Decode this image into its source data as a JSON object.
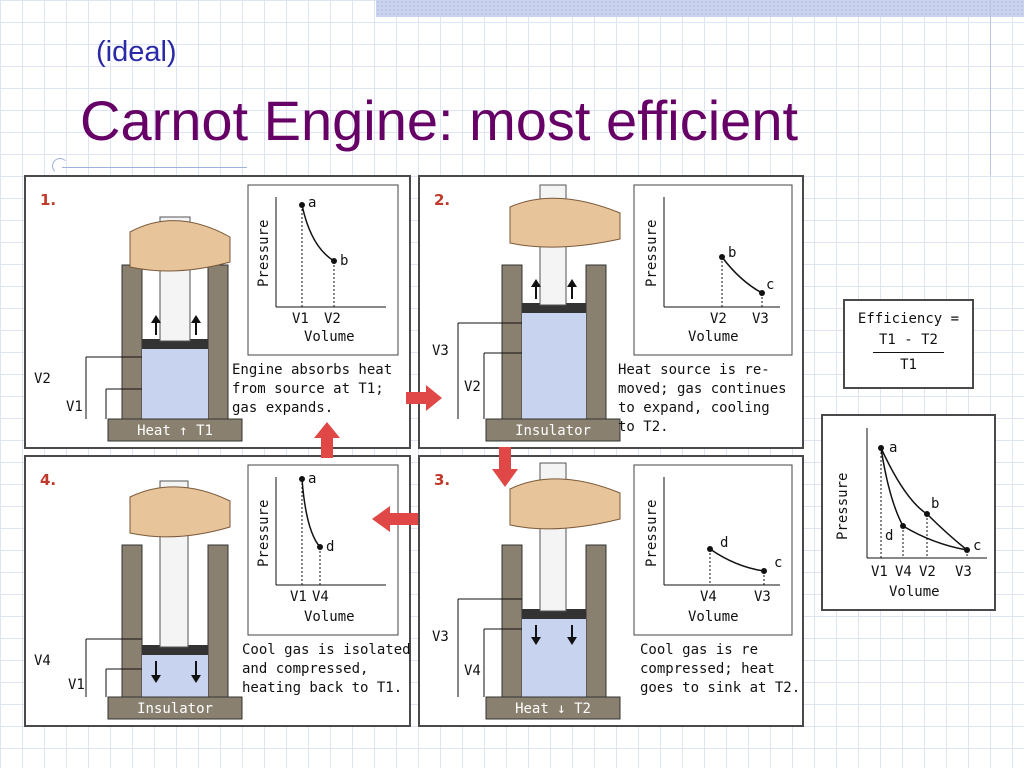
{
  "slide": {
    "subtitle": "(ideal)",
    "title": "Carnot Engine: most efficient"
  },
  "panels": [
    {
      "number": "1.",
      "base_label": "Heat ↑ T1",
      "description": "Engine absorbs heat\nfrom source at T1;\ngas expands.",
      "graph": {
        "ylabel": "Pressure",
        "xlabel": "Volume",
        "points": [
          "a",
          "b"
        ],
        "ticks": [
          "V1",
          "V2"
        ]
      },
      "height_labels": [
        "V2",
        "V1"
      ]
    },
    {
      "number": "2.",
      "base_label": "Insulator",
      "description": "Heat source is re-\nmoved; gas continues\nto expand, cooling\nto T2.",
      "graph": {
        "ylabel": "Pressure",
        "xlabel": "Volume",
        "points": [
          "b",
          "c"
        ],
        "ticks": [
          "V2",
          "V3"
        ]
      },
      "height_labels": [
        "V3",
        "V2"
      ]
    },
    {
      "number": "3.",
      "base_label": "Heat ↓ T2",
      "description": "Cool gas is re\ncompressed; heat\ngoes to sink at T2.",
      "graph": {
        "ylabel": "Pressure",
        "xlabel": "Volume",
        "points": [
          "d",
          "c"
        ],
        "ticks": [
          "V4",
          "V3"
        ]
      },
      "height_labels": [
        "V3",
        "V4"
      ]
    },
    {
      "number": "4.",
      "base_label": "Insulator",
      "description": "Cool gas is isolated\nand compressed,\nheating back to T1.",
      "graph": {
        "ylabel": "Pressure",
        "xlabel": "Volume",
        "points": [
          "a",
          "d"
        ],
        "ticks": [
          "V1",
          "V4"
        ]
      },
      "height_labels": [
        "V4",
        "V1"
      ]
    }
  ],
  "efficiency": {
    "label": "Efficiency =",
    "numerator": "T1 - T2",
    "denominator": "T1"
  },
  "summary_graph": {
    "ylabel": "Pressure",
    "xlabel": "Volume",
    "points": [
      "a",
      "b",
      "c",
      "d"
    ],
    "ticks": [
      "V1",
      "V4",
      "V2",
      "V3"
    ]
  },
  "colors": {
    "title": "#660066",
    "subtitle": "#2a2aa8",
    "cycle_arrow": "#e04848",
    "step_number": "#c0392b"
  }
}
